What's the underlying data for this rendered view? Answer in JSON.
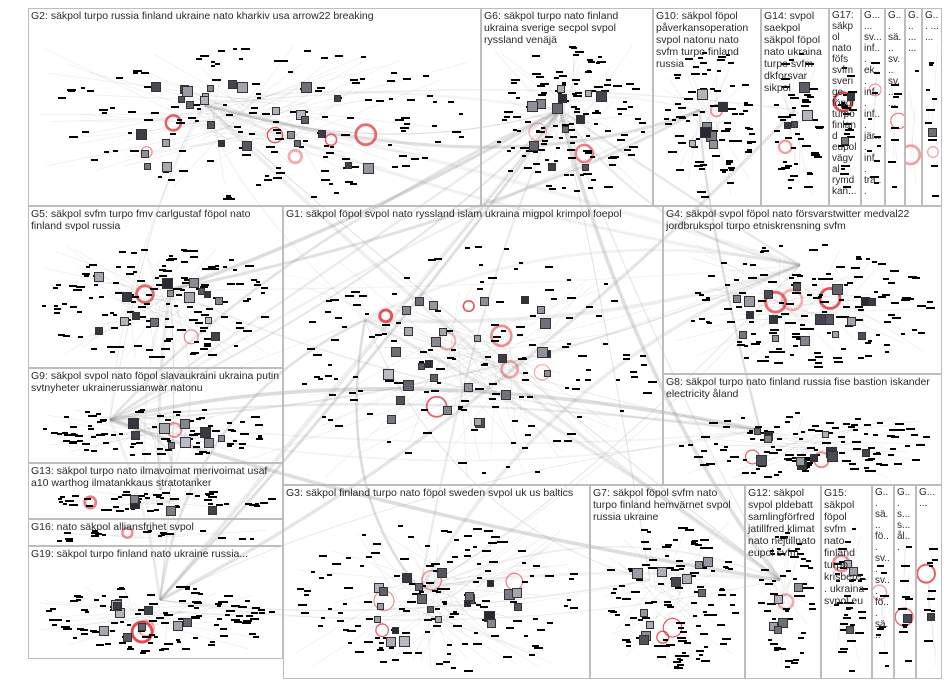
{
  "groups": [
    {
      "id": "G2",
      "label": "G2: säkpol turpo russia finland ukraine nato kharkiv usa arrow22 breaking"
    },
    {
      "id": "G6",
      "label": "G6: säkpol turpo nato finland ukraina sverige secpol svpol ryssland venäjä"
    },
    {
      "id": "G10",
      "label": "G10: säkpol föpol påverkansoperation svpol natonu nato svfm turpo finland russia"
    },
    {
      "id": "G14",
      "label": "G14: svpol saekpol säkpol föpol nato ukraina turpo svfm dkforsvar sikpol"
    },
    {
      "id": "G17",
      "label": "G17: säkpol nato föfs svfm sverige föpol turpo finland eupol vägval rymd kan..."
    },
    {
      "id": "G11",
      "label": "G... ... sv... inf... ek... inf... inf... jär... inf... tra..."
    },
    {
      "id": "G18",
      "label": "G... sä... sv... sv... ..."
    },
    {
      "id": "G20",
      "label": "G... ... ..."
    },
    {
      "id": "G21",
      "label": "G... ... ..."
    },
    {
      "id": "G5",
      "label": "G5: säkpol svfm turpo fmv carlgustaf föpol nato finland svpol russia"
    },
    {
      "id": "G1",
      "label": "G1: säkpol föpol svpol nato ryssland islam ukraina migpol krimpol foepol"
    },
    {
      "id": "G4",
      "label": "G4: säkpol svpol föpol nato försvarstwitter medval22 jordbrukspol turpo etniskrensning svfm"
    },
    {
      "id": "G9",
      "label": "G9: säkpol svpol nato föpol slavaukraini ukraina putin svtnyheter ukrainerussianwar natonu"
    },
    {
      "id": "G8",
      "label": "G8: säkpol turpo nato finland russia fise bastion iskander electricity åland"
    },
    {
      "id": "G13",
      "label": "G13: säkpol turpo nato ilmavoimat merivoimat usaf a10 warthog ilmatankkaus stratotanker"
    },
    {
      "id": "G16",
      "label": "G16: nato säkpol alliansfrihet svpol"
    },
    {
      "id": "G19",
      "label": "G19: säkpol turpo finland nato ukraine russia..."
    },
    {
      "id": "G3",
      "label": "G3: säkpol finland turpo nato föpol sweden svpol uk us baltics"
    },
    {
      "id": "G7",
      "label": "G7: säkpol föpol svfm nato turpo finland hemvärnet svpol russia ukraine"
    },
    {
      "id": "G12",
      "label": "G12: säkpol svpol pldebatt samlingförfred jatillfred klimat nato nejtillnato eupol svfm"
    },
    {
      "id": "G15",
      "label": "G15: säkpol föpol svfm nato finland turpo krisbere... ukraina svpol eu"
    },
    {
      "id": "G22",
      "label": "G... sä... fö... sv... sv... fö... sä..."
    },
    {
      "id": "G23",
      "label": "G... s... s... ål..."
    },
    {
      "id": "G24",
      "label": "G... ..."
    }
  ],
  "colors": {
    "border": "#bdbdbd",
    "edge": "#8a8a8a",
    "label_box": "#000000",
    "highlight_ring": "#e0303a",
    "background": "#ffffff"
  }
}
